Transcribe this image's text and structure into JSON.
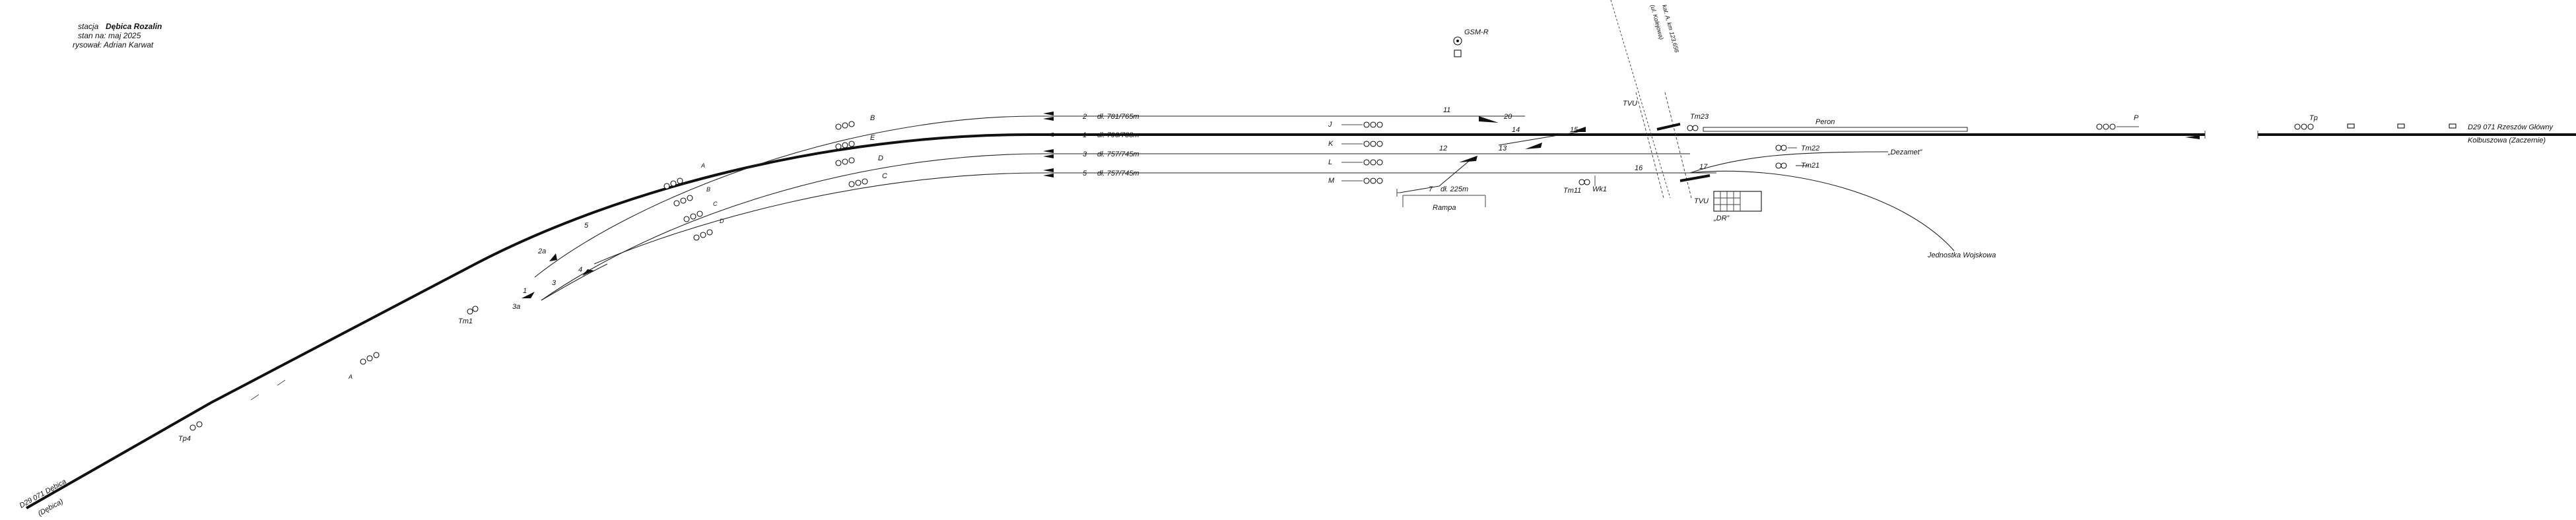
{
  "header": {
    "station_prefix": "stacja",
    "station_name": "Dębica Rozalin",
    "state": "stan na: maj 2025",
    "drawn_by": "rysował: Adrian Karwat"
  },
  "tracks": [
    {
      "number": "2",
      "length": "dł. 781/765m"
    },
    {
      "number": "1",
      "length": "dł. 796/788m"
    },
    {
      "number": "3",
      "length": "dł. 757/745m"
    },
    {
      "number": "5",
      "length": "dł. 757/745m"
    }
  ],
  "siding": {
    "number": "7",
    "length": "dł. 225m",
    "ramp": "Rampa"
  },
  "signals": {
    "J": "J",
    "K": "K",
    "L": "L",
    "M": "M",
    "exit_2": "B",
    "exit_1": "E",
    "exit_3": "D",
    "exit_5": "C",
    "west_a": "A",
    "west_b": "B",
    "west_c": "C",
    "west_d": "D",
    "east_approach": "P",
    "east_dist": "Tp",
    "west_dist": "Tp4",
    "west_a1": "A"
  },
  "switches": {
    "s1": "1",
    "s2a": "2a",
    "s3a": "3a",
    "s3": "3",
    "s4": "4",
    "s5": "5",
    "s11": "11",
    "s12": "12",
    "s13": "13",
    "s14": "14",
    "s15": "15",
    "s16": "16",
    "s17": "17",
    "s20": "20"
  },
  "shunting": {
    "tm1": "Tm1",
    "tm11": "Tm11",
    "tm21": "Tm21",
    "tm22": "Tm22",
    "tm23": "Tm23",
    "wk1": "Wk1"
  },
  "labels": {
    "platform": "Peron",
    "gsmr": "GSM-R",
    "crossing_top": "TVU",
    "crossing_bottom": "TVU",
    "crossing_km": "kat. A, km 123,656",
    "crossing_street": "(ul. Kolejowa)",
    "dr_building": "„DR”",
    "dezamet": "„Dezamet”",
    "military": "Jednostka Wojskowa",
    "east_line": "D29 071 Rzeszów Główny",
    "east_station": "Kolbuszowa (Zaczernie)",
    "west_line": "D29 071 Dębica",
    "west_station": "(Dębica)"
  },
  "colors": {
    "ink": "#111111",
    "paper": "#ffffff"
  }
}
